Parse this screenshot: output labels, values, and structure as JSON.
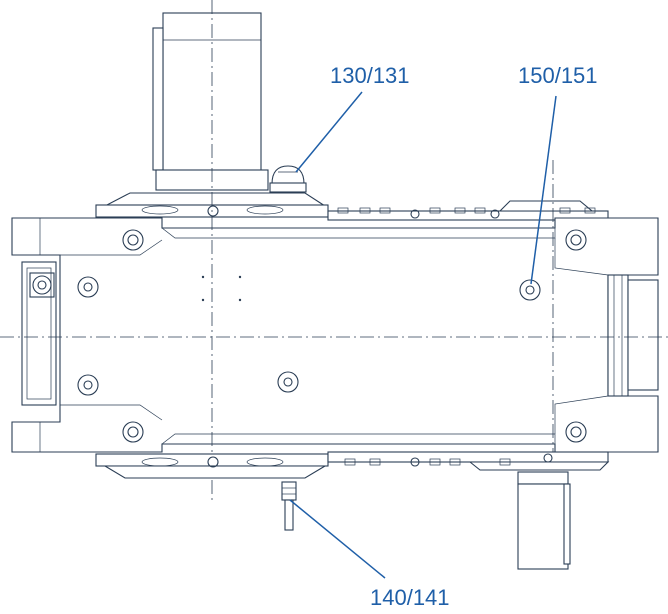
{
  "callouts": {
    "c130": {
      "label": "130/131"
    },
    "c150": {
      "label": "150/151"
    },
    "c140": {
      "label": "140/141"
    }
  },
  "colors": {
    "line": "#2b3e55",
    "callout": "#1f5fa8",
    "background": "#ffffff"
  }
}
